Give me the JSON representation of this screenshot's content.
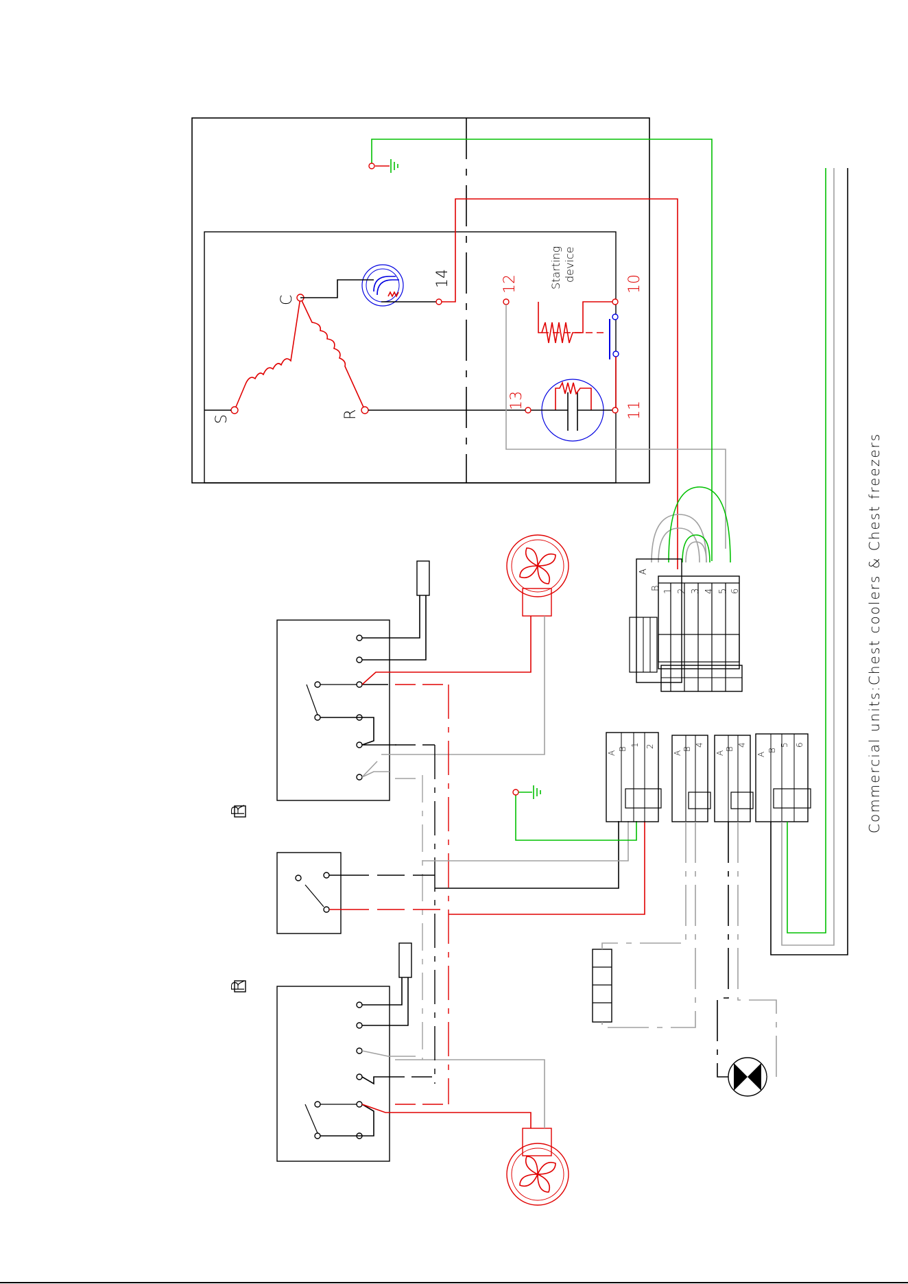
{
  "caption": "Commercial units:Chest coolers & Chest freezers",
  "compressor": {
    "winding_labels": [
      "S",
      "C",
      "R"
    ],
    "terminal_labels": [
      "14",
      "12",
      "13",
      "10",
      "11"
    ],
    "starting_device_label_line1": "Starting",
    "starting_device_label_line2": "device"
  },
  "thermostat_marks": [
    "R",
    "R"
  ],
  "main_connector_pins": [
    "A",
    "B",
    "1",
    "2",
    "3",
    "4",
    "5",
    "6"
  ],
  "small_connectors": [
    {
      "pins": [
        "A",
        "B",
        "1",
        "2"
      ]
    },
    {
      "pins": [
        "A",
        "B",
        "4"
      ]
    },
    {
      "pins": [
        "A",
        "B",
        "4"
      ]
    },
    {
      "pins": [
        "A",
        "B",
        "5",
        "6"
      ]
    }
  ],
  "colors": {
    "line": "#e00000",
    "earth": "#00c000",
    "neutral": "#000000",
    "aux": "#a0a0a0",
    "protector": "#0000e0"
  }
}
